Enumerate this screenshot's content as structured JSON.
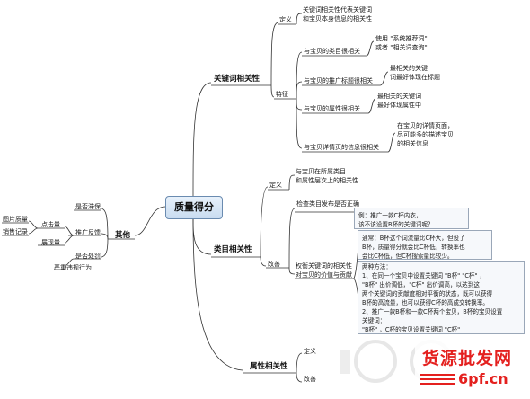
{
  "root": "质量得分",
  "branches": {
    "keyword": {
      "label": "关键词相关性",
      "definition_label": "定义",
      "definition_text": [
        "关键词相关性代表关键词",
        "和宝贝本身信息的相关性"
      ],
      "feature_label": "特征",
      "features": [
        {
          "label": "与宝贝的类目很相关",
          "note": [
            "使用 \"系统推荐词\"",
            "或者 \"相关词查询\""
          ]
        },
        {
          "label": "与宝贝的推广标题很相关",
          "note": [
            "最相关的关键",
            "词最好体现在标题"
          ]
        },
        {
          "label": "与宝贝的属性很相关",
          "note": [
            "最相关的关键词",
            "最好体现属性中"
          ]
        },
        {
          "label": "与宝贝详情页的信息很相关",
          "note": [
            "在宝贝的详情页面，",
            "尽可能多的描述宝贝",
            "的相关信息"
          ]
        }
      ]
    },
    "category": {
      "label": "类目相关性",
      "definition_label": "定义",
      "definition_text": [
        "与宝贝在所属类目",
        "和属性层次上的相关性"
      ],
      "check_label": "检查类目发布是否正确",
      "improve_label": "改善",
      "improve_text": [
        "权衡关键词的相关性",
        "对宝贝的价值与贡献"
      ],
      "box1": [
        "例：推广一款C杯内衣，",
        "该不该设置B杯的关键词呢？"
      ],
      "box2": [
        "通常：B杯这个词流量比C杯大，但设了",
        "B杯，质量得分就会比C杯低，转换率也",
        "会比C杯低，但C杯搜索量比较少。"
      ],
      "box3": [
        "两种方法：",
        "1、在同一个宝贝中设置关键词 \"B杯\" \"C杯\" ，",
        "\"B杯\" 出价调低，\"C杯\" 出价调高，以达到这",
        "两个关键词的贡献度相对平衡的状态，既可以获得",
        "B杯的高流量，也可以获得C杯的高成交转换率。",
        "2、推广一款B杯和一款C杯两个宝贝，B杯的宝贝设置",
        "关键词：",
        "\"B杯\" ，C杯的宝贝设置关键词 \"C杯\""
      ]
    },
    "attribute": {
      "label": "属性相关性",
      "definition_label": "定义",
      "improve_label": "改善"
    },
    "other": {
      "label": "其他",
      "items": [
        "是否滞保",
        "点击量",
        "推广反馈",
        "展现量",
        "是否处罚",
        "严重违规行为"
      ],
      "far_left": [
        "图片质量",
        "销售记录"
      ]
    }
  },
  "watermark": {
    "line1": "货源批发网",
    "line2": "6pf.cn"
  }
}
